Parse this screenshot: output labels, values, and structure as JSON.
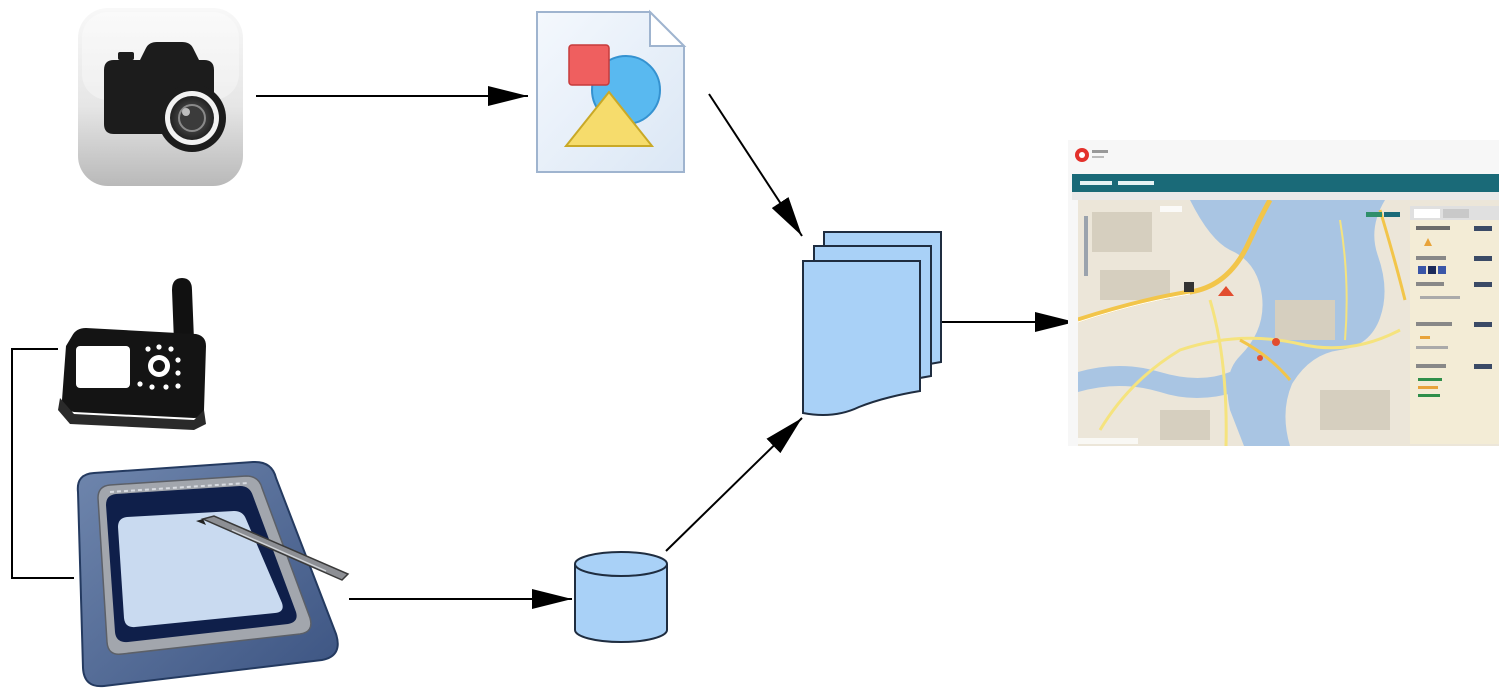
{
  "diagram": {
    "nodes": [
      {
        "id": "camera",
        "icon": "camera-icon"
      },
      {
        "id": "image-file",
        "icon": "image-file-icon"
      },
      {
        "id": "gps-device",
        "icon": "gps-device-icon"
      },
      {
        "id": "pen-tablet",
        "icon": "pen-tablet-icon"
      },
      {
        "id": "database",
        "icon": "database-icon"
      },
      {
        "id": "documents",
        "icon": "multiple-documents-icon"
      },
      {
        "id": "map-application",
        "icon": "map-application-screenshot"
      }
    ],
    "edges": [
      {
        "from": "camera",
        "to": "image-file"
      },
      {
        "from": "image-file",
        "to": "documents"
      },
      {
        "from": "gps-device",
        "to": "pen-tablet"
      },
      {
        "from": "pen-tablet",
        "to": "database"
      },
      {
        "from": "database",
        "to": "documents"
      },
      {
        "from": "documents",
        "to": "map-application"
      }
    ],
    "colors": {
      "connector": "#000000",
      "document_fill": "#a9d1f7",
      "database_fill": "#a9d1f7",
      "map_header": "#1a6a78",
      "map_sidebar": "#f3ecd6"
    }
  }
}
